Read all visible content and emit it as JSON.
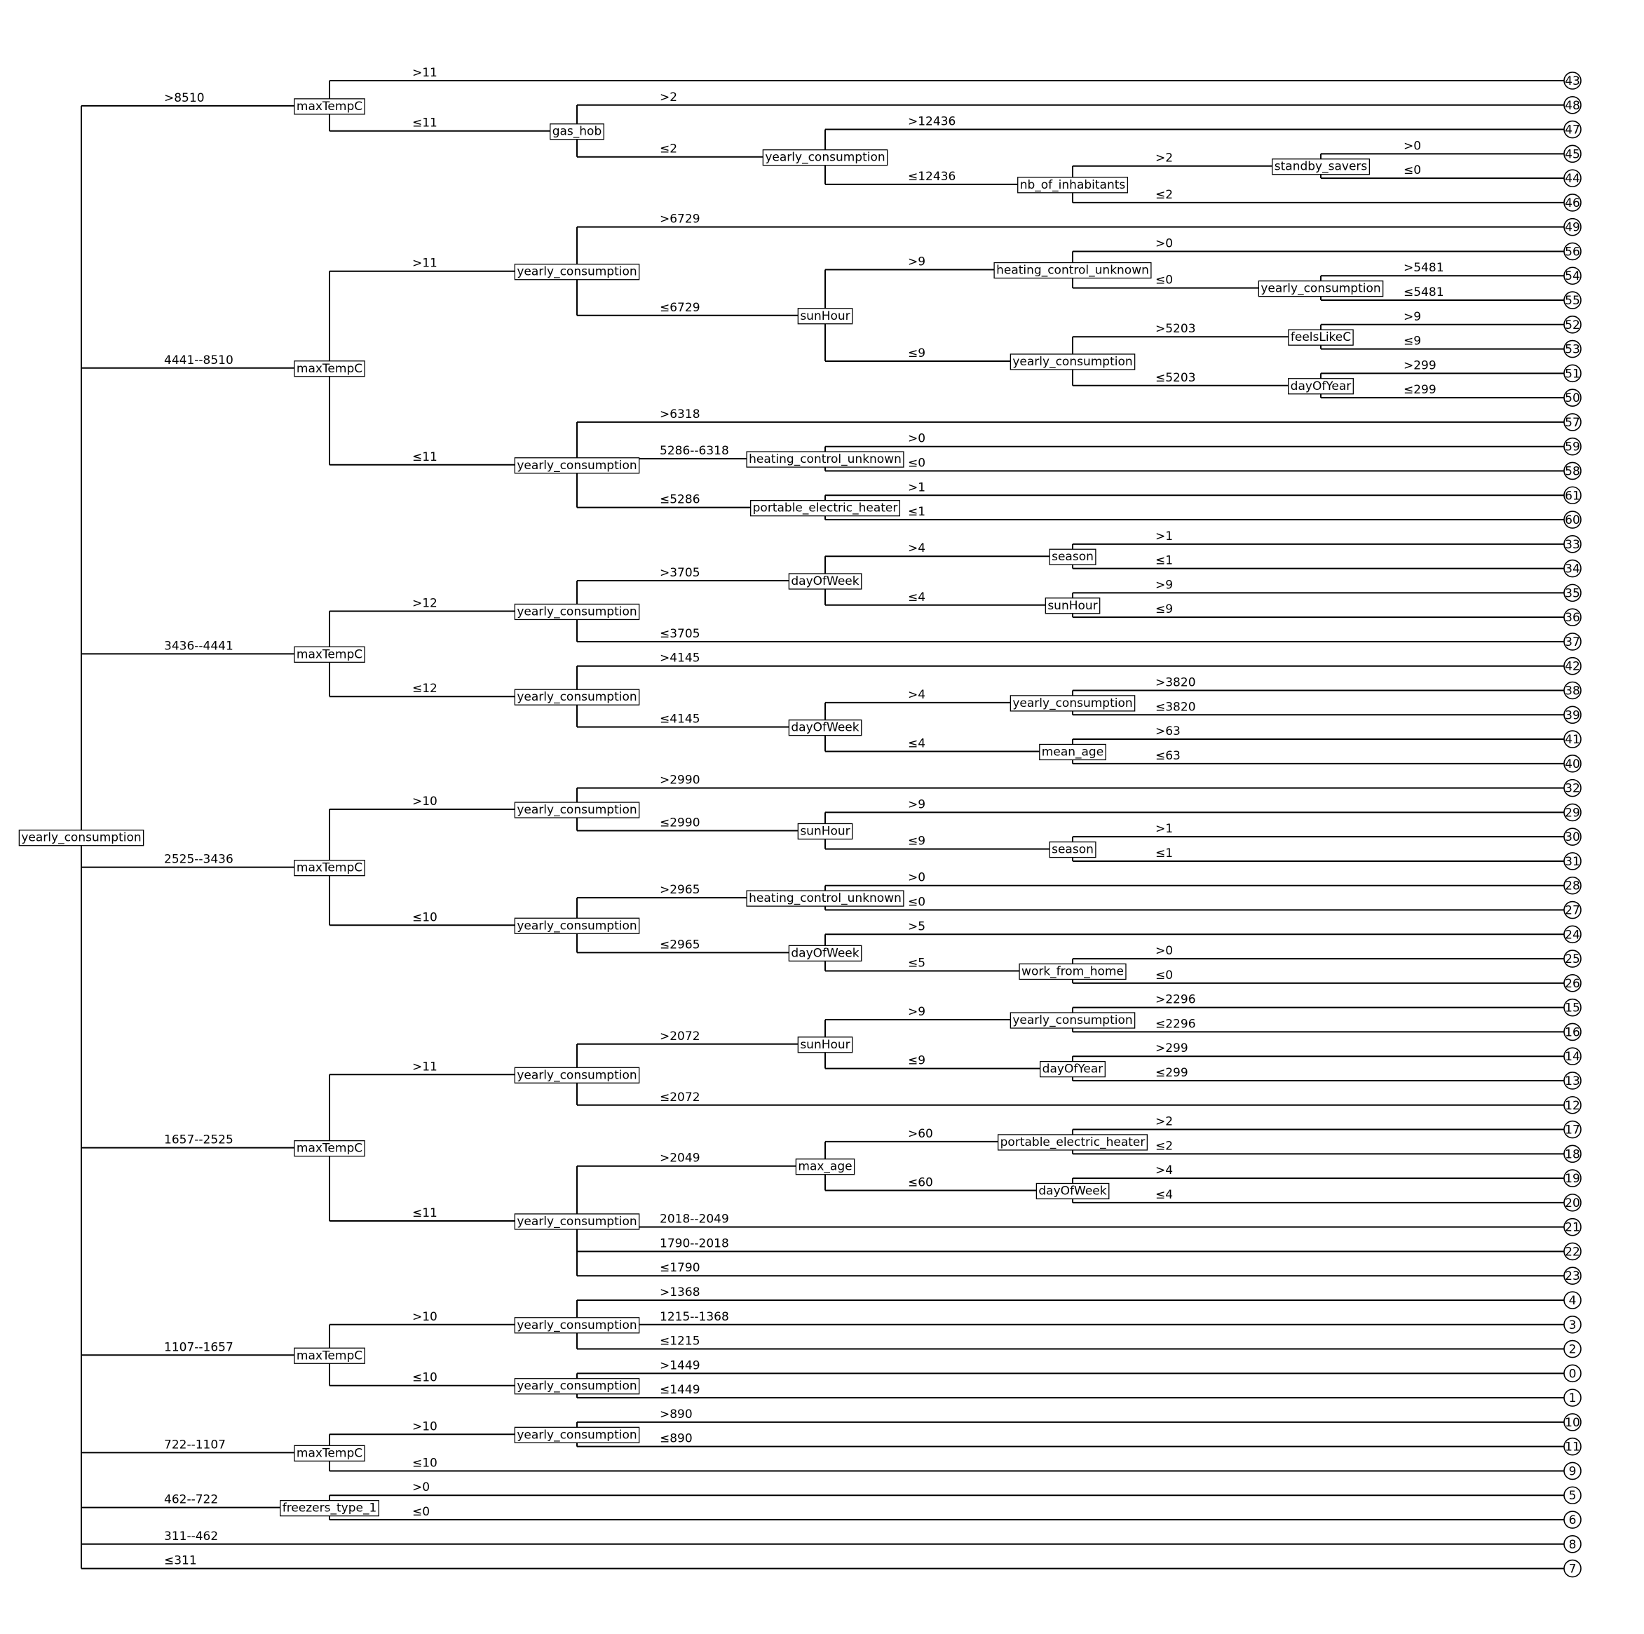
{
  "diagram": {
    "type": "decision-tree",
    "root": {
      "label": "yearly_consumption",
      "children": [
        {
          "edge": ">8510",
          "label": "maxTempC",
          "children": [
            {
              "edge": ">11",
              "leaf": "43"
            },
            {
              "edge": "≤11",
              "label": "gas_hob",
              "children": [
                {
                  "edge": ">2",
                  "leaf": "48"
                },
                {
                  "edge": "≤2",
                  "label": "yearly_consumption",
                  "children": [
                    {
                      "edge": ">12436",
                      "leaf": "47"
                    },
                    {
                      "edge": "≤12436",
                      "label": "nb_of_inhabitants",
                      "children": [
                        {
                          "edge": ">2",
                          "label": "standby_savers",
                          "children": [
                            {
                              "edge": ">0",
                              "leaf": "45"
                            },
                            {
                              "edge": "≤0",
                              "leaf": "44"
                            }
                          ]
                        },
                        {
                          "edge": "≤2",
                          "leaf": "46"
                        }
                      ]
                    }
                  ]
                }
              ]
            }
          ]
        },
        {
          "edge": "4441--8510",
          "label": "maxTempC",
          "children": [
            {
              "edge": ">11",
              "label": "yearly_consumption",
              "children": [
                {
                  "edge": ">6729",
                  "leaf": "49"
                },
                {
                  "edge": "≤6729",
                  "label": "sunHour",
                  "children": [
                    {
                      "edge": ">9",
                      "label": "heating_control_unknown",
                      "children": [
                        {
                          "edge": ">0",
                          "leaf": "56"
                        },
                        {
                          "edge": "≤0",
                          "label": "yearly_consumption",
                          "children": [
                            {
                              "edge": ">5481",
                              "leaf": "54"
                            },
                            {
                              "edge": "≤5481",
                              "leaf": "55"
                            }
                          ]
                        }
                      ]
                    },
                    {
                      "edge": "≤9",
                      "label": "yearly_consumption",
                      "children": [
                        {
                          "edge": ">5203",
                          "label": "feelsLikeC",
                          "children": [
                            {
                              "edge": ">9",
                              "leaf": "52"
                            },
                            {
                              "edge": "≤9",
                              "leaf": "53"
                            }
                          ]
                        },
                        {
                          "edge": "≤5203",
                          "label": "dayOfYear",
                          "children": [
                            {
                              "edge": ">299",
                              "leaf": "51"
                            },
                            {
                              "edge": "≤299",
                              "leaf": "50"
                            }
                          ]
                        }
                      ]
                    }
                  ]
                }
              ]
            },
            {
              "edge": "≤11",
              "label": "yearly_consumption",
              "children": [
                {
                  "edge": ">6318",
                  "leaf": "57"
                },
                {
                  "edge": "5286--6318",
                  "label": "heating_control_unknown",
                  "children": [
                    {
                      "edge": ">0",
                      "leaf": "59"
                    },
                    {
                      "edge": "≤0",
                      "leaf": "58"
                    }
                  ]
                },
                {
                  "edge": "≤5286",
                  "label": "portable_electric_heater",
                  "children": [
                    {
                      "edge": ">1",
                      "leaf": "61"
                    },
                    {
                      "edge": "≤1",
                      "leaf": "60"
                    }
                  ]
                }
              ]
            }
          ]
        },
        {
          "edge": "3436--4441",
          "label": "maxTempC",
          "children": [
            {
              "edge": ">12",
              "label": "yearly_consumption",
              "children": [
                {
                  "edge": ">3705",
                  "label": "dayOfWeek",
                  "children": [
                    {
                      "edge": ">4",
                      "label": "season",
                      "children": [
                        {
                          "edge": ">1",
                          "leaf": "33"
                        },
                        {
                          "edge": "≤1",
                          "leaf": "34"
                        }
                      ]
                    },
                    {
                      "edge": "≤4",
                      "label": "sunHour",
                      "children": [
                        {
                          "edge": ">9",
                          "leaf": "35"
                        },
                        {
                          "edge": "≤9",
                          "leaf": "36"
                        }
                      ]
                    }
                  ]
                },
                {
                  "edge": "≤3705",
                  "leaf": "37"
                }
              ]
            },
            {
              "edge": "≤12",
              "label": "yearly_consumption",
              "children": [
                {
                  "edge": ">4145",
                  "leaf": "42"
                },
                {
                  "edge": "≤4145",
                  "label": "dayOfWeek",
                  "children": [
                    {
                      "edge": ">4",
                      "label": "yearly_consumption",
                      "children": [
                        {
                          "edge": ">3820",
                          "leaf": "38"
                        },
                        {
                          "edge": "≤3820",
                          "leaf": "39"
                        }
                      ]
                    },
                    {
                      "edge": "≤4",
                      "label": "mean_age",
                      "children": [
                        {
                          "edge": ">63",
                          "leaf": "41"
                        },
                        {
                          "edge": "≤63",
                          "leaf": "40"
                        }
                      ]
                    }
                  ]
                }
              ]
            }
          ]
        },
        {
          "edge": "2525--3436",
          "label": "maxTempC",
          "children": [
            {
              "edge": ">10",
              "label": "yearly_consumption",
              "children": [
                {
                  "edge": ">2990",
                  "leaf": "32"
                },
                {
                  "edge": "≤2990",
                  "label": "sunHour",
                  "children": [
                    {
                      "edge": ">9",
                      "leaf": "29"
                    },
                    {
                      "edge": "≤9",
                      "label": "season",
                      "children": [
                        {
                          "edge": ">1",
                          "leaf": "30"
                        },
                        {
                          "edge": "≤1",
                          "leaf": "31"
                        }
                      ]
                    }
                  ]
                }
              ]
            },
            {
              "edge": "≤10",
              "label": "yearly_consumption",
              "children": [
                {
                  "edge": ">2965",
                  "label": "heating_control_unknown",
                  "children": [
                    {
                      "edge": ">0",
                      "leaf": "28"
                    },
                    {
                      "edge": "≤0",
                      "leaf": "27"
                    }
                  ]
                },
                {
                  "edge": "≤2965",
                  "label": "dayOfWeek",
                  "children": [
                    {
                      "edge": ">5",
                      "leaf": "24"
                    },
                    {
                      "edge": "≤5",
                      "label": "work_from_home",
                      "children": [
                        {
                          "edge": ">0",
                          "leaf": "25"
                        },
                        {
                          "edge": "≤0",
                          "leaf": "26"
                        }
                      ]
                    }
                  ]
                }
              ]
            }
          ]
        },
        {
          "edge": "1657--2525",
          "label": "maxTempC",
          "children": [
            {
              "edge": ">11",
              "label": "yearly_consumption",
              "children": [
                {
                  "edge": ">2072",
                  "label": "sunHour",
                  "children": [
                    {
                      "edge": ">9",
                      "label": "yearly_consumption",
                      "children": [
                        {
                          "edge": ">2296",
                          "leaf": "15"
                        },
                        {
                          "edge": "≤2296",
                          "leaf": "16"
                        }
                      ]
                    },
                    {
                      "edge": "≤9",
                      "label": "dayOfYear",
                      "children": [
                        {
                          "edge": ">299",
                          "leaf": "14"
                        },
                        {
                          "edge": "≤299",
                          "leaf": "13"
                        }
                      ]
                    }
                  ]
                },
                {
                  "edge": "≤2072",
                  "leaf": "12"
                }
              ]
            },
            {
              "edge": "≤11",
              "label": "yearly_consumption",
              "children": [
                {
                  "edge": ">2049",
                  "label": "max_age",
                  "children": [
                    {
                      "edge": ">60",
                      "label": "portable_electric_heater",
                      "children": [
                        {
                          "edge": ">2",
                          "leaf": "17"
                        },
                        {
                          "edge": "≤2",
                          "leaf": "18"
                        }
                      ]
                    },
                    {
                      "edge": "≤60",
                      "label": "dayOfWeek",
                      "children": [
                        {
                          "edge": ">4",
                          "leaf": "19"
                        },
                        {
                          "edge": "≤4",
                          "leaf": "20"
                        }
                      ]
                    }
                  ]
                },
                {
                  "edge": "2018--2049",
                  "leaf": "21"
                },
                {
                  "edge": "1790--2018",
                  "leaf": "22"
                },
                {
                  "edge": "≤1790",
                  "leaf": "23"
                }
              ]
            }
          ]
        },
        {
          "edge": "1107--1657",
          "label": "maxTempC",
          "children": [
            {
              "edge": ">10",
              "label": "yearly_consumption",
              "children": [
                {
                  "edge": ">1368",
                  "leaf": "4"
                },
                {
                  "edge": "1215--1368",
                  "leaf": "3"
                },
                {
                  "edge": "≤1215",
                  "leaf": "2"
                }
              ]
            },
            {
              "edge": "≤10",
              "label": "yearly_consumption",
              "children": [
                {
                  "edge": ">1449",
                  "leaf": "0"
                },
                {
                  "edge": "≤1449",
                  "leaf": "1"
                }
              ]
            }
          ]
        },
        {
          "edge": "722--1107",
          "label": "maxTempC",
          "children": [
            {
              "edge": ">10",
              "label": "yearly_consumption",
              "children": [
                {
                  "edge": ">890",
                  "leaf": "10"
                },
                {
                  "edge": "≤890",
                  "leaf": "11"
                }
              ]
            },
            {
              "edge": "≤10",
              "leaf": "9"
            }
          ]
        },
        {
          "edge": "462--722",
          "label": "freezers_type_1",
          "children": [
            {
              "edge": ">0",
              "leaf": "5"
            },
            {
              "edge": "≤0",
              "leaf": "6"
            }
          ]
        },
        {
          "edge": "311--462",
          "leaf": "8"
        },
        {
          "edge": "≤311",
          "leaf": "7"
        }
      ]
    }
  }
}
